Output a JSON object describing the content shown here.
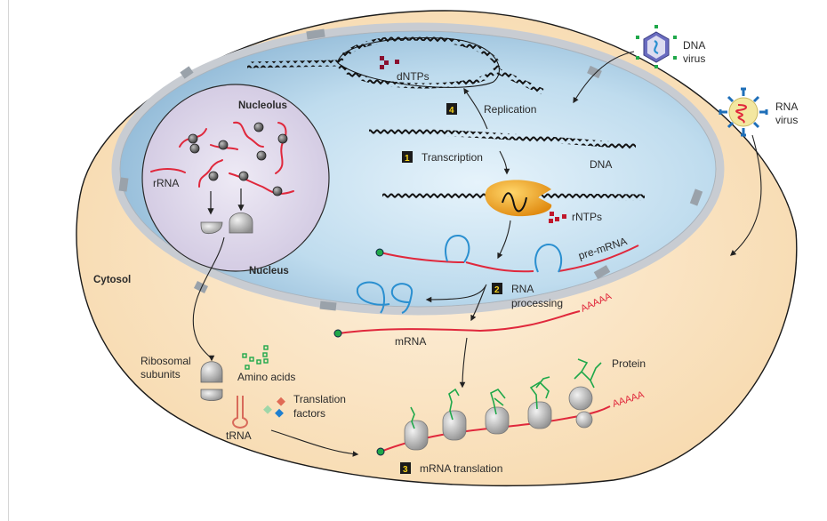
{
  "figure": {
    "regions": {
      "cytosol": "Cytosol",
      "nucleus": "Nucleus",
      "nucleolus": "Nucleolus"
    },
    "molecules": {
      "rrna": "rRNA",
      "dntps": "dNTPs",
      "rntps": "rNTPs",
      "dna": "DNA",
      "pre_mrna": "pre-mRNA",
      "mrna": "mRNA",
      "poly_a_nucleus": "AAAAA",
      "poly_a_cytosol": "AAAAA",
      "ribosomal_subunits_line1": "Ribosomal",
      "ribosomal_subunits_line2": "subunits",
      "amino_acids": "Amino acids",
      "translation_factors_line1": "Translation",
      "translation_factors_line2": "factors",
      "trna": "tRNA",
      "protein": "Protein"
    },
    "viruses": {
      "dna_virus_line1": "DNA",
      "dna_virus_line2": "virus",
      "rna_virus_line1": "RNA",
      "rna_virus_line2": "virus"
    },
    "steps": [
      {
        "number": "1",
        "label": "Transcription"
      },
      {
        "number": "2",
        "label_line1": "RNA",
        "label_line2": "processing"
      },
      {
        "number": "3",
        "label": "mRNA translation"
      },
      {
        "number": "4",
        "label": "Replication"
      }
    ],
    "colors": {
      "cytosol": "#fbe3c0",
      "nucleus": "#b9d8ec",
      "nucleolus": "#ddd6ea",
      "rna": "#e0283c",
      "intron": "#2a8fd0",
      "protein": "#1fa84a",
      "polymerase": "#f0a020",
      "step_badge": "#1a1a1a",
      "step_number": "#f5d21c",
      "nucleotide": "#8a1030"
    }
  }
}
